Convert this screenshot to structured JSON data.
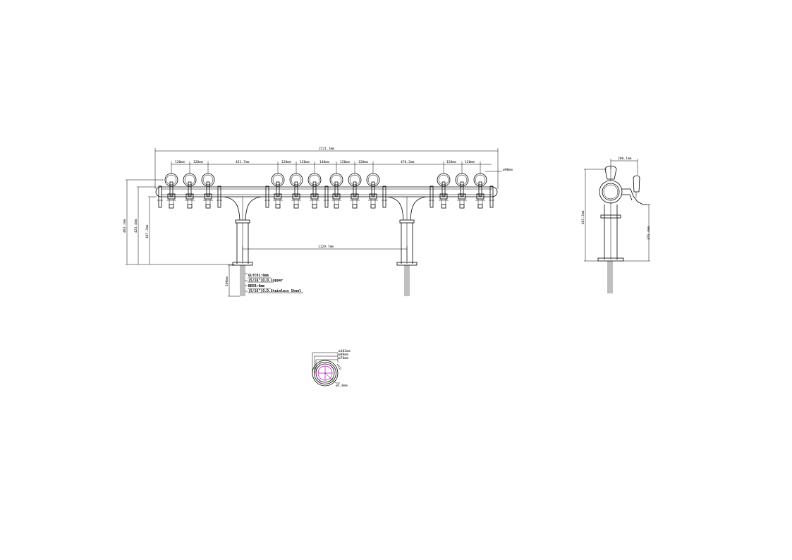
{
  "drawing": {
    "front_view": {
      "dims": {
        "overall_width": "2221.1mm",
        "tap_spacing_a1": "120mm",
        "tap_spacing_a2": "120mm",
        "gap_left": "421.7mm",
        "tap_spacing_b1": "120mm",
        "tap_spacing_b2": "120mm",
        "tap_spacing_b3": "140mm",
        "tap_spacing_b4": "120mm",
        "tap_spacing_b5": "120mm",
        "gap_right": "470.2mm",
        "tap_spacing_c1": "120mm",
        "tap_spacing_c2": "120mm",
        "end_dia": "ø90mm",
        "height_total": "463.2mm",
        "height_mid": "423.4mm",
        "height_inner": "407.3mm",
        "leg_spacing": "1129.7mm",
        "shank_len": "100mm"
      },
      "notes": [
        "GLYCOL:6mm",
        "(5/16\")O.D.Copper",
        "BEER:6mm",
        "(5/16\")O.D.Stainless Steel"
      ]
    },
    "side_view": {
      "dims": {
        "top_width": "200.1mm",
        "height": "463.2mm",
        "side_height": "371.4mm"
      }
    },
    "section_view": {
      "dims": {
        "d1": "ø102mm",
        "d2": "ø89mm",
        "d3": "ø76mm",
        "d4": "ø5.8mm"
      }
    }
  }
}
